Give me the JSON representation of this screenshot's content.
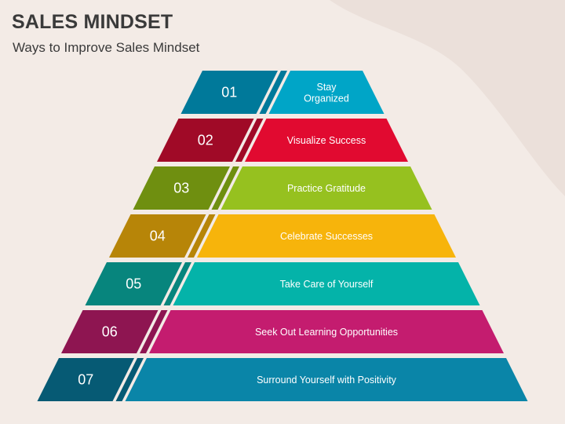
{
  "header": {
    "title": "SALES MINDSET",
    "subtitle": "Ways to Improve Sales Mindset"
  },
  "pyramid": {
    "tiers": [
      {
        "number": "01",
        "label": [
          "Stay",
          "Organized"
        ],
        "color": "#00a5c7",
        "dark": "#00799a"
      },
      {
        "number": "02",
        "label": [
          "Visualize Success"
        ],
        "color": "#e10a30",
        "dark": "#a00a27"
      },
      {
        "number": "03",
        "label": [
          "Practice Gratitude"
        ],
        "color": "#96c11f",
        "dark": "#6f8f10"
      },
      {
        "number": "04",
        "label": [
          "Celebrate Successes"
        ],
        "color": "#f7b40b",
        "dark": "#b78508"
      },
      {
        "number": "05",
        "label": [
          "Take Care of Yourself"
        ],
        "color": "#04b3a9",
        "dark": "#07857d"
      },
      {
        "number": "06",
        "label": [
          "Seek Out Learning Opportunities"
        ],
        "color": "#c41c6f",
        "dark": "#8e1551"
      },
      {
        "number": "07",
        "label": [
          "Surround Yourself with Positivity"
        ],
        "color": "#0a85a8",
        "dark": "#065a74"
      }
    ]
  }
}
